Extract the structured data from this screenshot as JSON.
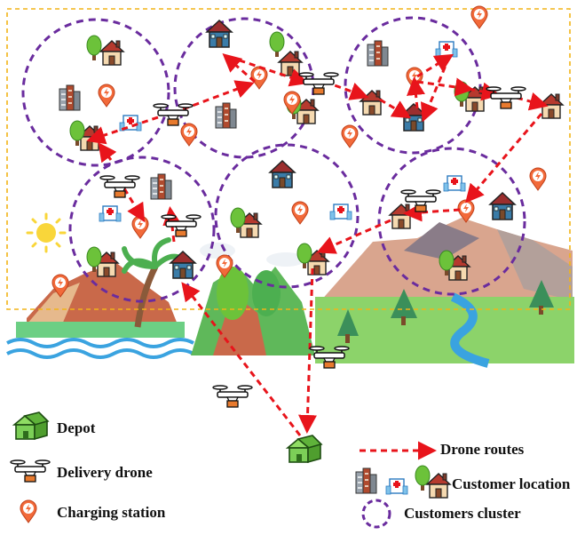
{
  "legend": {
    "depot": "Depot",
    "delivery_drone": "Delivery drone",
    "charging_station": "Charging station",
    "drone_routes": "Drone routes",
    "customer_location": "Customer location",
    "customers_cluster": "Customers cluster"
  },
  "colors": {
    "route": "#e8141b",
    "cluster": "#6a2c9e",
    "region_border": "#f2b417",
    "depot": "#7ccf57",
    "charging": "#f26a3a"
  },
  "icons": [
    "depot-icon",
    "drone-icon",
    "charging-station-icon",
    "house-icon",
    "hospital-icon",
    "apartment-icon",
    "tree-icon"
  ]
}
